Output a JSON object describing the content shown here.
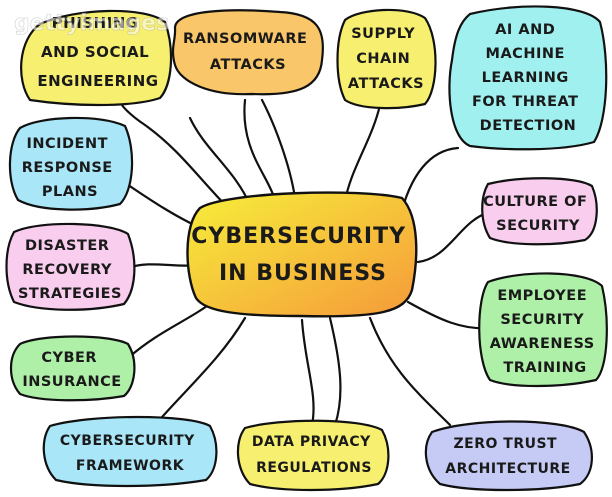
{
  "watermark": "gettyimages",
  "center": {
    "lines": [
      "CYBERSECURITY",
      "IN BUSINESS"
    ],
    "gradient": [
      "#f7ee3a",
      "#f59a3a"
    ]
  },
  "nodes": [
    {
      "id": "phishing",
      "lines": [
        "PHISHING",
        "AND SOCIAL",
        "ENGINEERING"
      ],
      "color": "#f6ef6f"
    },
    {
      "id": "ransomware",
      "lines": [
        "RANSOMWARE",
        "ATTACKS"
      ],
      "color": "#f9c66a"
    },
    {
      "id": "supply-chain",
      "lines": [
        "SUPPLY",
        "CHAIN",
        "ATTACKS"
      ],
      "color": "#f6ef6f"
    },
    {
      "id": "ai-ml",
      "lines": [
        "AI AND",
        "MACHINE",
        "LEARNING",
        "FOR THREAT",
        "DETECTION"
      ],
      "color": "#9ff0ee"
    },
    {
      "id": "incident",
      "lines": [
        "INCIDENT",
        "RESPONSE",
        "PLANS"
      ],
      "color": "#a8e6f8"
    },
    {
      "id": "culture",
      "lines": [
        "CULTURE OF",
        "SECURITY"
      ],
      "color": "#f8cdee"
    },
    {
      "id": "disaster",
      "lines": [
        "DISASTER",
        "RECOVERY",
        "STRATEGIES"
      ],
      "color": "#f8cdee"
    },
    {
      "id": "employee",
      "lines": [
        "EMPLOYEE",
        "SECURITY",
        "AWARENESS",
        "TRAINING"
      ],
      "color": "#aef0a8"
    },
    {
      "id": "cyber-insurance",
      "lines": [
        "CYBER",
        "INSURANCE"
      ],
      "color": "#aef0a8"
    },
    {
      "id": "framework",
      "lines": [
        "CYBERSECURITY",
        "FRAMEWORK"
      ],
      "color": "#a8e6f8"
    },
    {
      "id": "privacy",
      "lines": [
        "DATA PRIVACY",
        "REGULATIONS"
      ],
      "color": "#f6ef6f"
    },
    {
      "id": "zero-trust",
      "lines": [
        "ZERO TRUST",
        "ARCHITECTURE"
      ],
      "color": "#c6cbf6"
    }
  ]
}
